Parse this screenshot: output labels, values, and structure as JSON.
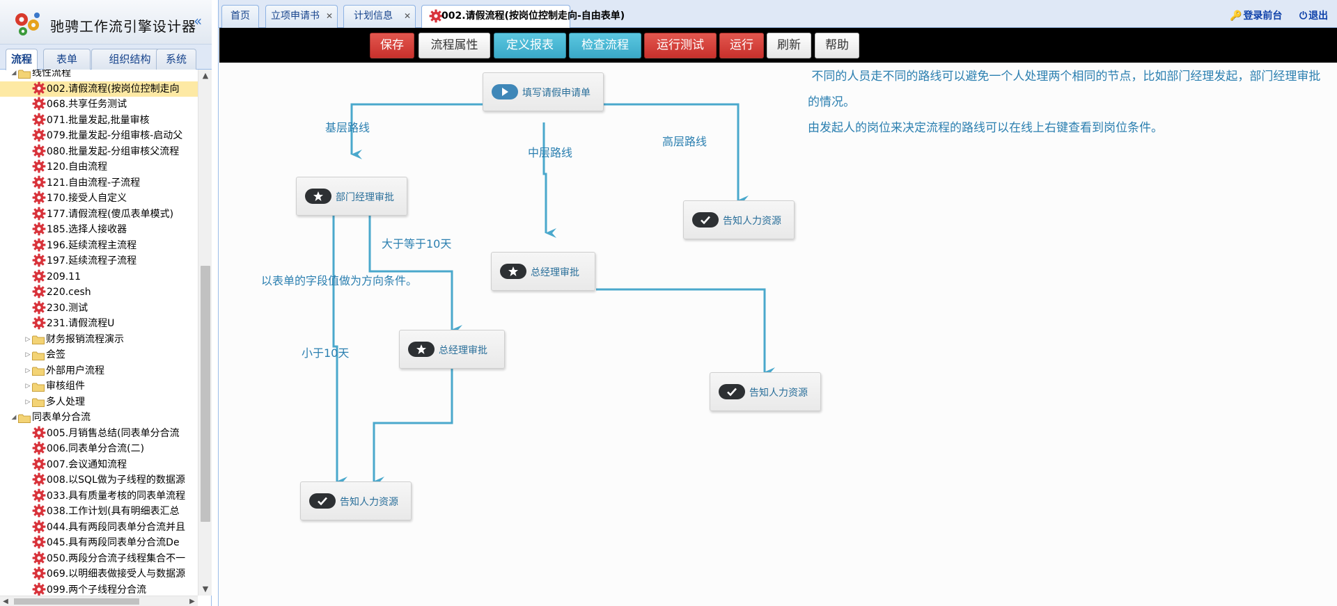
{
  "app": {
    "title": "驰骋工作流引擎设计器",
    "collapse_glyph": "«"
  },
  "sidebar": {
    "tabs": [
      {
        "label": "流程",
        "active": true
      },
      {
        "label": "表单",
        "active": false
      },
      {
        "label": "组织结构",
        "active": false
      },
      {
        "label": "系统",
        "active": false
      }
    ],
    "tree": [
      {
        "label": "线性流程",
        "type": "folder",
        "level": 0,
        "expanded": true
      },
      {
        "label": "002.请假流程(按岗位控制走向",
        "type": "flow",
        "level": 1,
        "selected": true
      },
      {
        "label": "068.共享任务测试",
        "type": "flow",
        "level": 1
      },
      {
        "label": "071.批量发起,批量审核",
        "type": "flow",
        "level": 1
      },
      {
        "label": "079.批量发起-分组审核-启动父",
        "type": "flow",
        "level": 1
      },
      {
        "label": "080.批量发起-分组审核父流程",
        "type": "flow",
        "level": 1
      },
      {
        "label": "120.自由流程",
        "type": "flow",
        "level": 1
      },
      {
        "label": "121.自由流程-子流程",
        "type": "flow",
        "level": 1
      },
      {
        "label": "170.接受人自定义",
        "type": "flow",
        "level": 1
      },
      {
        "label": "177.请假流程(傻瓜表单模式)",
        "type": "flow",
        "level": 1
      },
      {
        "label": "185.选择人接收器",
        "type": "flow",
        "level": 1
      },
      {
        "label": "196.延续流程主流程",
        "type": "flow",
        "level": 1
      },
      {
        "label": "197.延续流程子流程",
        "type": "flow",
        "level": 1
      },
      {
        "label": "209.11",
        "type": "flow",
        "level": 1
      },
      {
        "label": "220.cesh",
        "type": "flow",
        "level": 1
      },
      {
        "label": "230.测试",
        "type": "flow",
        "level": 1
      },
      {
        "label": "231.请假流程U",
        "type": "flow",
        "level": 1
      },
      {
        "label": "财务报销流程演示",
        "type": "folder",
        "level": 1,
        "expanded": false
      },
      {
        "label": "会签",
        "type": "folder",
        "level": 1,
        "expanded": false
      },
      {
        "label": "外部用户流程",
        "type": "folder",
        "level": 1,
        "expanded": false
      },
      {
        "label": "审核组件",
        "type": "folder",
        "level": 1,
        "expanded": false
      },
      {
        "label": "多人处理",
        "type": "folder",
        "level": 1,
        "expanded": false
      },
      {
        "label": "同表单分合流",
        "type": "folder",
        "level": 0,
        "expanded": true
      },
      {
        "label": "005.月销售总结(同表单分合流",
        "type": "flow",
        "level": 1
      },
      {
        "label": "006.同表单分合流(二)",
        "type": "flow",
        "level": 1
      },
      {
        "label": "007.会议通知流程",
        "type": "flow",
        "level": 1
      },
      {
        "label": "008.以SQL做为子线程的数据源",
        "type": "flow",
        "level": 1
      },
      {
        "label": "033.具有质量考核的同表单流程",
        "type": "flow",
        "level": 1
      },
      {
        "label": "038.工作计划(具有明细表汇总",
        "type": "flow",
        "level": 1
      },
      {
        "label": "044.具有两段同表单分合流并且",
        "type": "flow",
        "level": 1
      },
      {
        "label": "045.具有两段同表单分合流De",
        "type": "flow",
        "level": 1
      },
      {
        "label": "050.两段分合流子线程集合不一",
        "type": "flow",
        "level": 1
      },
      {
        "label": "069.以明细表做接受人与数据源",
        "type": "flow",
        "level": 1
      },
      {
        "label": "099.两个子线程分合流",
        "type": "flow",
        "level": 1
      }
    ]
  },
  "main_tabs": [
    {
      "label": "首页",
      "closable": false,
      "active": false
    },
    {
      "label": "立项申请书",
      "closable": true,
      "active": false
    },
    {
      "label": "计划信息",
      "closable": true,
      "active": false
    },
    {
      "label": "002.请假流程(按岗位控制走向-自由表单)",
      "closable": true,
      "active": true,
      "icon": "flow-gear-icon"
    }
  ],
  "top_links": {
    "login": "登录前台",
    "exit": "退出"
  },
  "toolbar": [
    {
      "label": "保存",
      "style": "red"
    },
    {
      "label": "流程属性",
      "style": "white"
    },
    {
      "label": "定义报表",
      "style": "blue"
    },
    {
      "label": "检查流程",
      "style": "blue"
    },
    {
      "label": "运行测试",
      "style": "red"
    },
    {
      "label": "运行",
      "style": "red"
    },
    {
      "label": "刷新",
      "style": "white"
    },
    {
      "label": "帮助",
      "style": "white"
    }
  ],
  "flow": {
    "nodes": [
      {
        "id": "start",
        "label": "填写请假申请单",
        "kind": "start"
      },
      {
        "id": "dept",
        "label": "部门经理审批",
        "kind": "mid"
      },
      {
        "id": "gm1",
        "label": "总经理审批",
        "kind": "mid"
      },
      {
        "id": "gm2",
        "label": "总经理审批",
        "kind": "mid"
      },
      {
        "id": "hr1",
        "label": "告知人力资源",
        "kind": "end"
      },
      {
        "id": "hr2",
        "label": "告知人力资源",
        "kind": "end"
      },
      {
        "id": "hr3",
        "label": "告知人力资源",
        "kind": "end"
      }
    ],
    "edge_labels": [
      {
        "id": "base",
        "text": "基层路线"
      },
      {
        "id": "middle",
        "text": "中层路线"
      },
      {
        "id": "high",
        "text": "高层路线"
      },
      {
        "id": "ge10",
        "text": "大于等于10天"
      },
      {
        "id": "lt10",
        "text": "小于10天"
      },
      {
        "id": "cond",
        "text": "以表单的字段值做为方向条件。"
      }
    ],
    "notes": [
      " 不同的人员走不同的路线可以避免一个人处理两个相同的节点，比如部门经理发起，部门经理审批",
      "的情况。",
      "由发起人的岗位来决定流程的路线可以在线上右键查看到岗位条件。"
    ],
    "line_color": "#4aa8cc"
  },
  "colors": {
    "accent": "#15428b",
    "text_blue": "#2b7fb0",
    "selected_row": "#fde9a4"
  }
}
